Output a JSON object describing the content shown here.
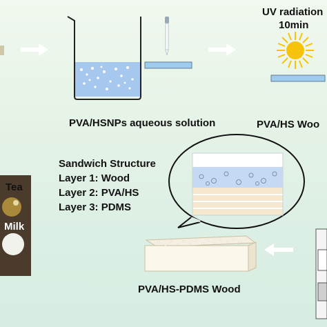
{
  "labels": {
    "solution": "PVA/HSNPs aqueous solution",
    "pva_hs_wood": "PVA/HS Woo",
    "uv_line1": "UV radiation",
    "uv_line2": "10min",
    "sandwich_title": "Sandwich Structure",
    "layer1": "Layer 1: Wood",
    "layer2": "Layer 2: PVA/HS",
    "layer3": "Layer 3: PDMS",
    "tea": "Tea",
    "milk": "Milk",
    "final_product": "PVA/HS-PDMS Wood"
  },
  "colors": {
    "arrow": "#ffffff",
    "liquid": "#a7c8ee",
    "sun": "#f7c30a",
    "wood_slab": "#9ecbee",
    "tea_drop": "#a88a3a",
    "milk_drop": "#f2f2ec"
  },
  "icons": {
    "beaker": "beaker-icon",
    "dropper": "dropper-icon",
    "sun": "sun-icon",
    "callout": "speech-bubble-icon",
    "block": "wood-block-icon"
  }
}
